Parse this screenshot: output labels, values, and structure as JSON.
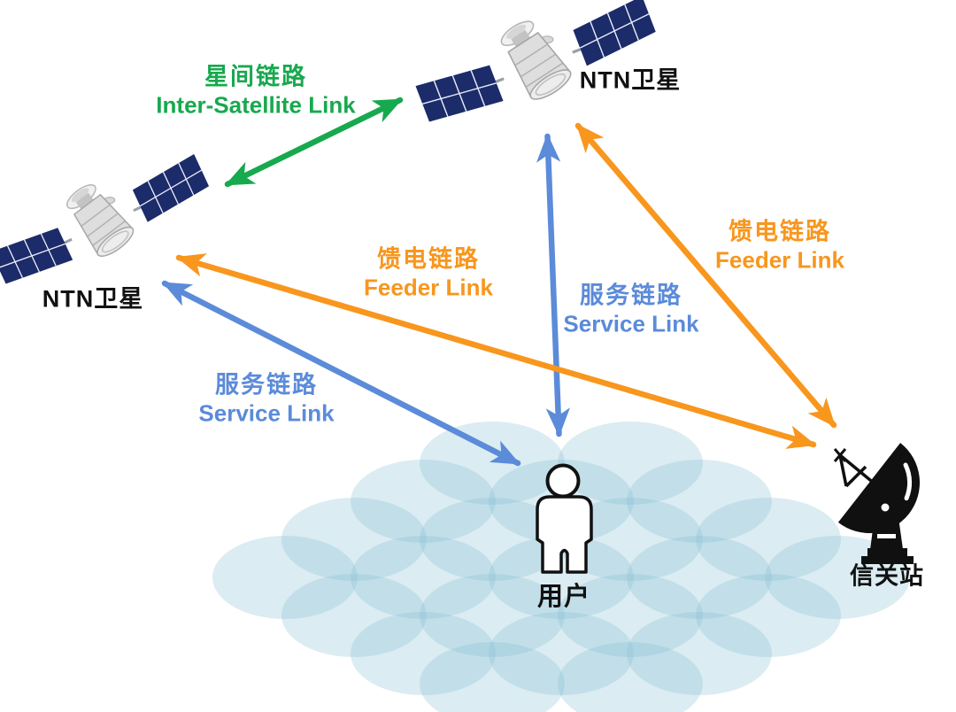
{
  "nodes": {
    "satellite_top": {
      "label": "NTN卫星"
    },
    "satellite_left": {
      "label": "NTN卫星"
    },
    "user": {
      "label": "用户"
    },
    "gateway": {
      "label": "信关站"
    }
  },
  "links": {
    "inter_satellite": {
      "label_zh": "星间链路",
      "label_en": "Inter-Satellite Link",
      "color": "#17a94e"
    },
    "feeder_center": {
      "label_zh": "馈电链路",
      "label_en": "Feeder Link",
      "color": "#f8961d"
    },
    "feeder_right": {
      "label_zh": "馈电链路",
      "label_en": "Feeder Link",
      "color": "#f8961d"
    },
    "service_center": {
      "label_zh": "服务链路",
      "label_en": "Service Link",
      "color": "#5b8bd9"
    },
    "service_left": {
      "label_zh": "服务链路",
      "label_en": "Service Link",
      "color": "#5b8bd9"
    }
  },
  "icons": {
    "satellite_top": "satellite-icon",
    "satellite_left": "satellite-icon",
    "user": "person-icon",
    "gateway": "dish-antenna-icon",
    "coverage": "coverage-cells"
  },
  "palette": {
    "green": "#17a94e",
    "blue": "#5b8bd9",
    "orange": "#f8961d",
    "coverage_blue": "#88c0d4",
    "solar_panel_navy": "#1c2b69",
    "silhouette_black": "#101010",
    "background": "#ffffff"
  }
}
